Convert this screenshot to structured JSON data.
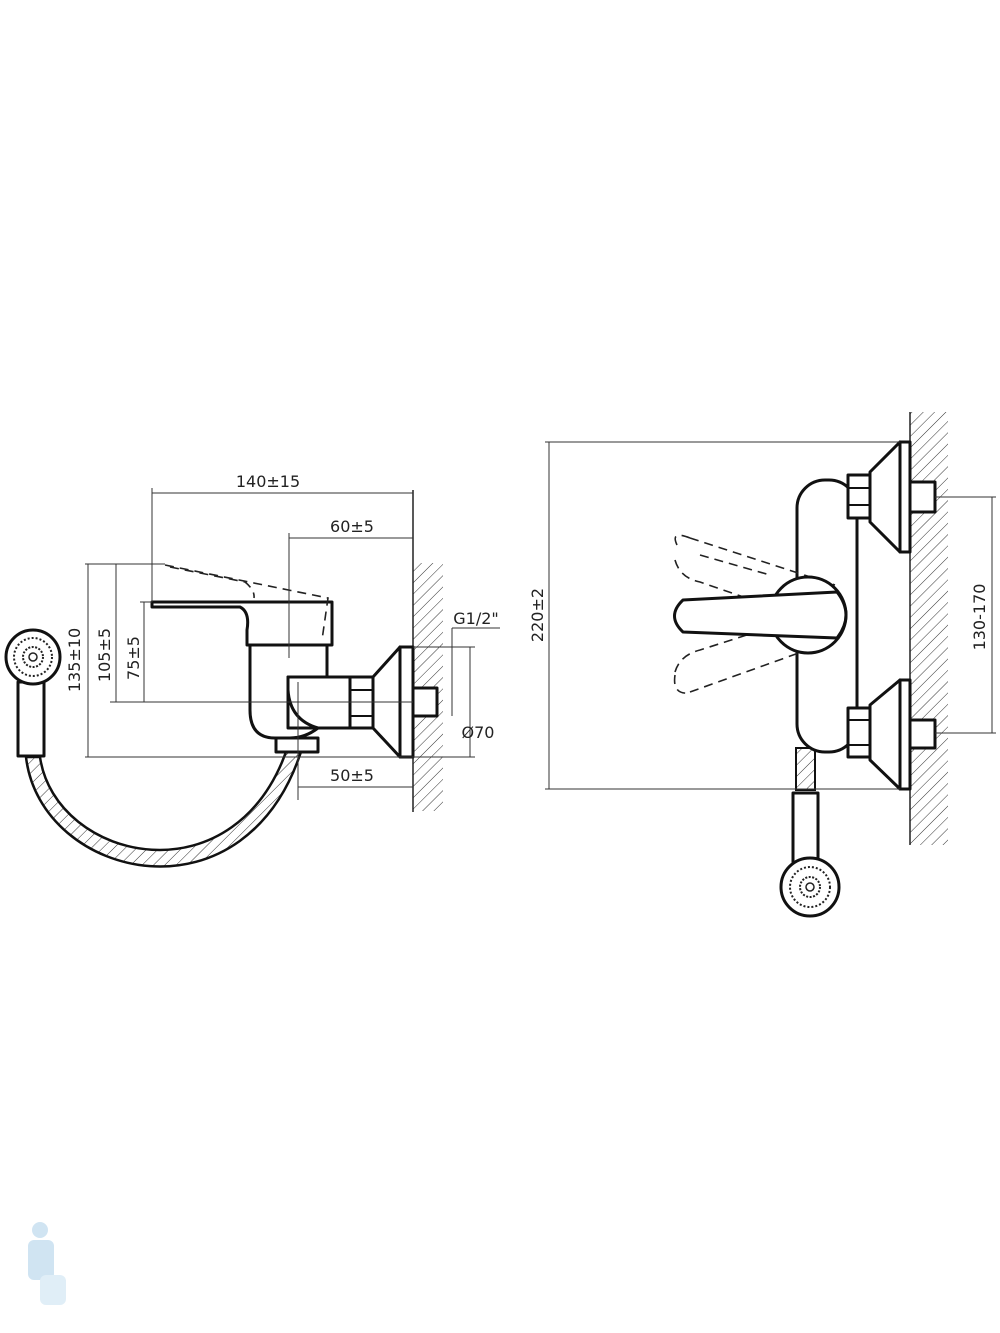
{
  "side_view": {
    "dims": {
      "overall_reach": "140±15",
      "body_reach": "60±5",
      "outlet_reach": "50±5",
      "height_total": "135±10",
      "height_lever": "105±5",
      "height_body": "75±5",
      "thread": "G1/2\"",
      "flange_diameter": "Ø70"
    }
  },
  "front_view": {
    "dims": {
      "overall_height": "220±2",
      "centers_range": "130-170"
    }
  },
  "colors": {
    "line": "#1a1a1a",
    "background": "#ffffff"
  }
}
